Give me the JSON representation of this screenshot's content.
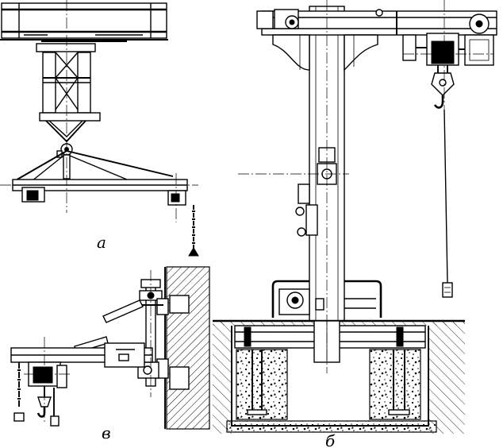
{
  "captions": {
    "a": "а",
    "b": "б",
    "v": "в"
  },
  "colors": {
    "ink": "#000000",
    "paper": "#ffffff"
  }
}
